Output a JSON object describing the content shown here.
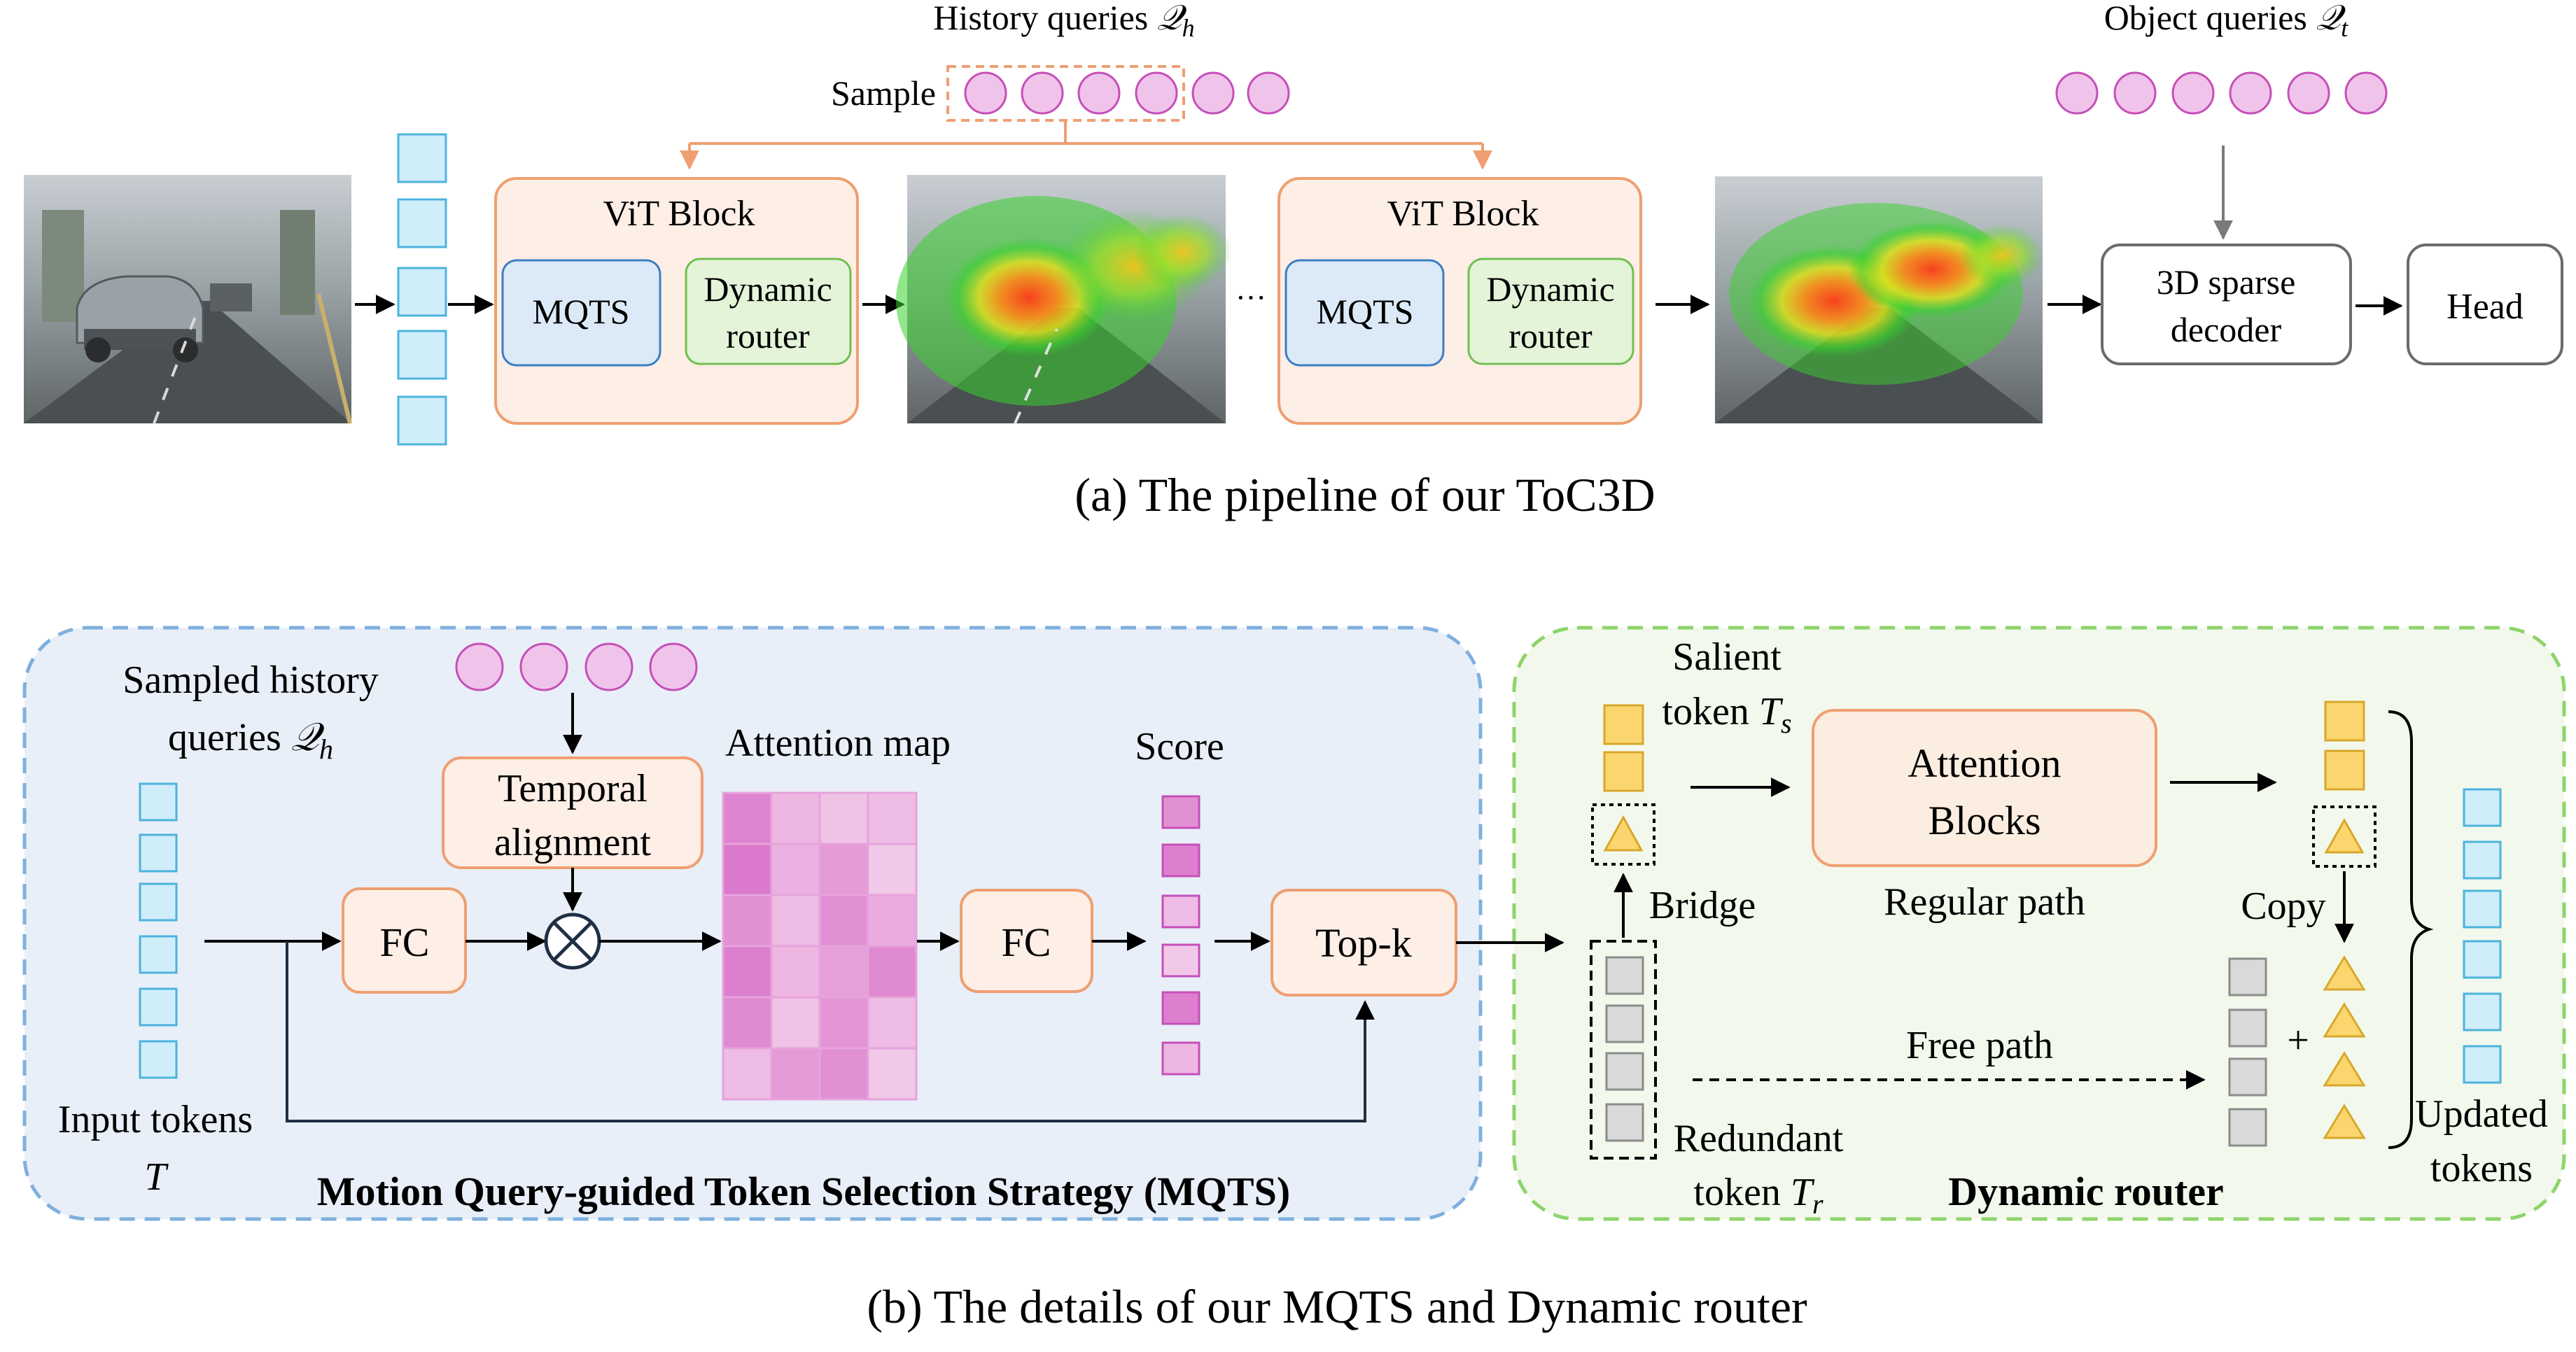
{
  "pipeline": {
    "history_queries_label": "History queries",
    "history_queries_symbol": "𝒬",
    "history_queries_sub": "h",
    "sample_label": "Sample",
    "object_queries_label": "Object queries",
    "object_queries_symbol": "𝒬",
    "object_queries_sub": "t",
    "vit_block_1_title": "ViT Block",
    "mqts_label": "MQTS",
    "dynamic_router_line1": "Dynamic",
    "dynamic_router_line2": "router",
    "vit_block_2_title": "ViT Block",
    "mqts_label_2": "MQTS",
    "dynamic_router_2_line1": "Dynamic",
    "dynamic_router_2_line2": "router",
    "ellipsis": "···",
    "decoder_line1": "3D sparse",
    "decoder_line2": "decoder",
    "head_label": "Head",
    "caption": "(a) The pipeline of our ToC3D"
  },
  "mqts": {
    "sampled_history_line1": "Sampled history",
    "sampled_history_line2": "queries",
    "sampled_symbol": "𝒬",
    "sampled_sub": "h",
    "temporal_line1": "Temporal",
    "temporal_line2": "alignment",
    "attention_map_label": "Attention map",
    "score_label": "Score",
    "fc1_label": "FC",
    "fc2_label": "FC",
    "topk_label": "Top-k",
    "input_tokens_label": "Input tokens",
    "input_tokens_symbol": "T",
    "title": "Motion Query-guided Token Selection Strategy (MQTS)"
  },
  "router": {
    "salient_line1": "Salient",
    "salient_line2": "token",
    "salient_symbol": "T",
    "salient_sub": "s",
    "attention_line1": "Attention",
    "attention_line2": "Blocks",
    "regular_path_label": "Regular path",
    "bridge_label": "Bridge",
    "copy_label": "Copy",
    "free_path_label": "Free path",
    "plus_label": "+",
    "redundant_line1": "Redundant",
    "redundant_line2": "token",
    "redundant_symbol": "T",
    "redundant_sub": "r",
    "updated_line1": "Updated",
    "updated_line2": "tokens",
    "title": "Dynamic router"
  },
  "caption_b": "(b) The details of our MQTS and Dynamic router",
  "colors": {
    "query_fill": "#f0c4ea",
    "query_stroke": "#c64fb8",
    "token_fill": "#cfeefa",
    "token_stroke": "#4db3dd",
    "block_fill": "#fdeee6",
    "block_stroke": "#ef9f72",
    "mqts_fill": "#dceaf7",
    "mqts_stroke": "#3d7ec3",
    "router_fill": "#e3f4d8",
    "router_stroke": "#72bf52",
    "panel_blue_fill": "#e8eff8",
    "panel_blue_stroke": "#7fb0de",
    "panel_green_fill": "#f2f9ec",
    "panel_green_stroke": "#8ed46b",
    "salient_fill": "#fbd66f",
    "salient_stroke": "#d9a72a",
    "redundant_fill": "#d9d9d9",
    "redundant_stroke": "#8c8c8c",
    "attention_block_fill": "#fbeee0",
    "attention_block_stroke": "#ef9f72"
  },
  "attention_map_levels": [
    [
      0.8,
      0.35,
      0.25,
      0.3
    ],
    [
      0.9,
      0.4,
      0.6,
      0.2
    ],
    [
      0.7,
      0.3,
      0.7,
      0.45
    ],
    [
      0.85,
      0.35,
      0.55,
      0.75
    ],
    [
      0.75,
      0.25,
      0.65,
      0.3
    ],
    [
      0.3,
      0.6,
      0.7,
      0.2
    ]
  ],
  "score_levels": [
    0.7,
    0.85,
    0.3,
    0.2,
    0.85,
    0.35
  ]
}
